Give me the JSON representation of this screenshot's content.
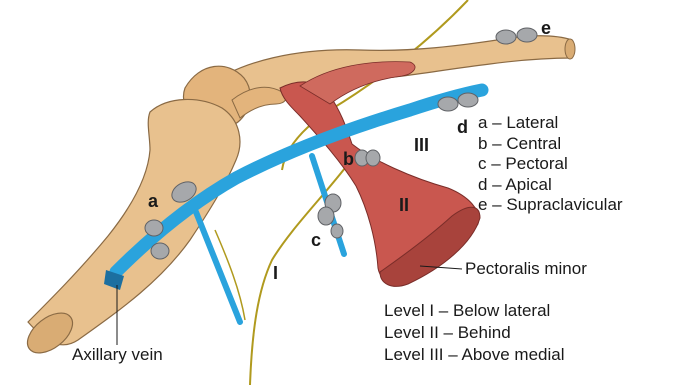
{
  "markers": {
    "a": "a",
    "b": "b",
    "c": "c",
    "d": "d",
    "e": "e",
    "level_1": "I",
    "level_2": "II",
    "level_3": "III"
  },
  "legend": [
    "a – Lateral",
    "b – Central",
    "c – Pectoral",
    "d – Apical",
    "e – Supraclavicular"
  ],
  "callouts": {
    "pectoralis_minor": "Pectoralis minor",
    "axillary_vein": "Axillary vein"
  },
  "levels": [
    "Level I – Below lateral",
    "Level II – Behind",
    "Level III – Above medial"
  ],
  "colors": {
    "bone": "#e8c18e",
    "bone_outline": "#8a6a44",
    "vein": "#2aa3dd",
    "muscle": "#c9574f",
    "node": "#a6a8ab",
    "nerve": "#b09a1e"
  }
}
